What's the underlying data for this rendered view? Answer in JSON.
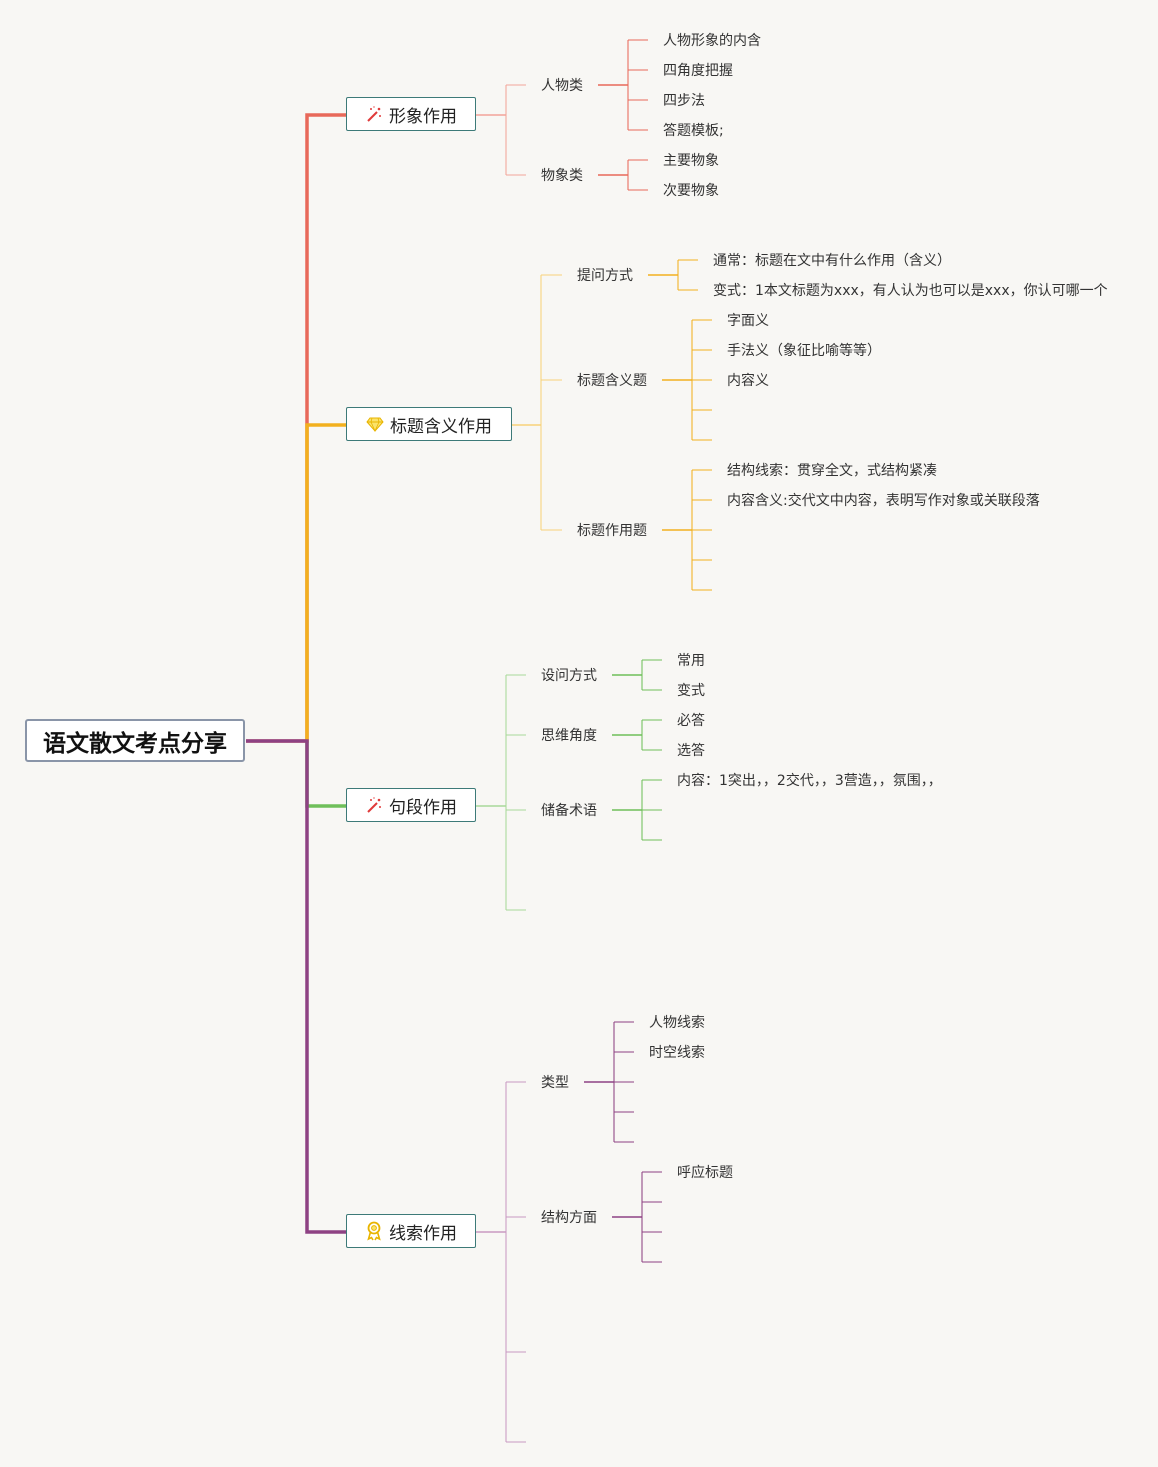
{
  "root": "语文散文考点分享",
  "colors": {
    "image": "#e8695a",
    "title": "#f2b01e",
    "sentence": "#6fbf5a",
    "clue": "#8e4283"
  },
  "topics": [
    {
      "label": "形象作用",
      "icon": "magic-wand-icon",
      "subs": [
        {
          "label": "人物类",
          "leaves": [
            "人物形象的内含",
            "四角度把握",
            "四步法",
            "答题模板;"
          ]
        },
        {
          "label": "物象类",
          "leaves": [
            "主要物象",
            "次要物象"
          ]
        }
      ]
    },
    {
      "label": "标题含义作用",
      "icon": "diamond-icon",
      "subs": [
        {
          "label": "提问方式",
          "leaves": [
            "通常：标题在文中有什么作用（含义）",
            "变式：1本文标题为xxx，有人认为也可以是xxx，你认可哪一个"
          ]
        },
        {
          "label": "标题含义题",
          "leaves": [
            "字面义",
            "手法义（象征比喻等等）",
            "内容义",
            "",
            ""
          ]
        },
        {
          "label": "标题作用题",
          "leaves": [
            "结构线索：贯穿全文，式结构紧凑",
            "内容含义:交代文中内容，表明写作对象或关联段落",
            "",
            "",
            ""
          ]
        }
      ]
    },
    {
      "label": "句段作用",
      "icon": "magic-wand-icon",
      "subs": [
        {
          "label": "设问方式",
          "leaves": [
            "常用",
            "变式"
          ]
        },
        {
          "label": "思维角度",
          "leaves": [
            "必答",
            "选答"
          ]
        },
        {
          "label": "储备术语",
          "leaves": [
            "内容：1突出，，2交代，，3营造，，氛围，，",
            "",
            ""
          ]
        },
        {
          "label": "",
          "leaves": []
        }
      ]
    },
    {
      "label": "线索作用",
      "icon": "award-ribbon-icon",
      "subs": [
        {
          "label": "类型",
          "leaves": [
            "人物线索",
            "时空线索",
            "",
            "",
            ""
          ]
        },
        {
          "label": "结构方面",
          "leaves": [
            "呼应标题",
            "",
            "",
            "",
            ""
          ]
        },
        {
          "label": "",
          "leaves": []
        },
        {
          "label": "",
          "leaves": []
        }
      ]
    }
  ]
}
